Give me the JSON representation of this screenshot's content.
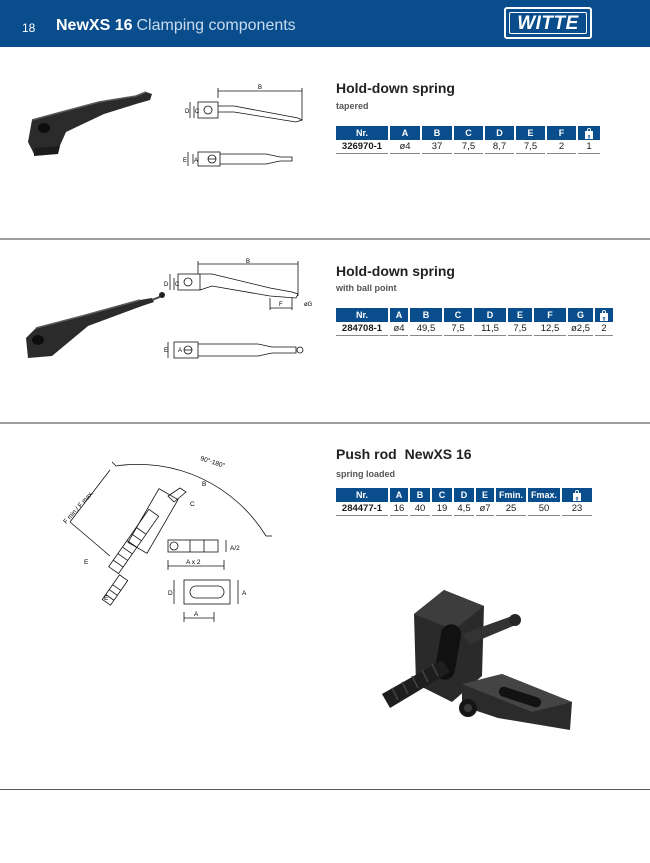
{
  "header": {
    "page_number": "18",
    "series": "NewXS 16",
    "category": "Clamping components",
    "logo": "WITTE"
  },
  "products": [
    {
      "title": "Hold-down spring",
      "subtitle": "tapered",
      "columns": [
        "Nr.",
        "A",
        "B",
        "C",
        "D",
        "E",
        "F"
      ],
      "row": [
        "326970-1",
        "ø4",
        "37",
        "7,5",
        "8,7",
        "7,5",
        "2",
        "1"
      ],
      "drawing_labels": [
        "B",
        "D",
        "C",
        "A",
        "E"
      ]
    },
    {
      "title": "Hold-down spring",
      "subtitle": "with ball point",
      "columns": [
        "Nr.",
        "A",
        "B",
        "C",
        "D",
        "E",
        "F",
        "G"
      ],
      "row": [
        "284708-1",
        "ø4",
        "49,5",
        "7,5",
        "11,5",
        "7,5",
        "12,5",
        "ø2,5",
        "2"
      ],
      "drawing_labels": [
        "B",
        "C",
        "D",
        "F",
        "øG",
        "E",
        "A"
      ]
    },
    {
      "title": "Push rod",
      "title_extra": "NewXS 16",
      "subtitle": "spring loaded",
      "columns": [
        "Nr.",
        "A",
        "B",
        "C",
        "D",
        "E",
        "Fmin.",
        "Fmax."
      ],
      "row": [
        "284477-1",
        "16",
        "40",
        "19",
        "4,5",
        "ø7",
        "25",
        "50",
        "23"
      ],
      "drawing_labels": [
        "90°-180°",
        "F min./ F max.",
        "B",
        "C",
        "E",
        "E",
        "A/2",
        "A x 2",
        "D",
        "A",
        "A"
      ]
    }
  ]
}
